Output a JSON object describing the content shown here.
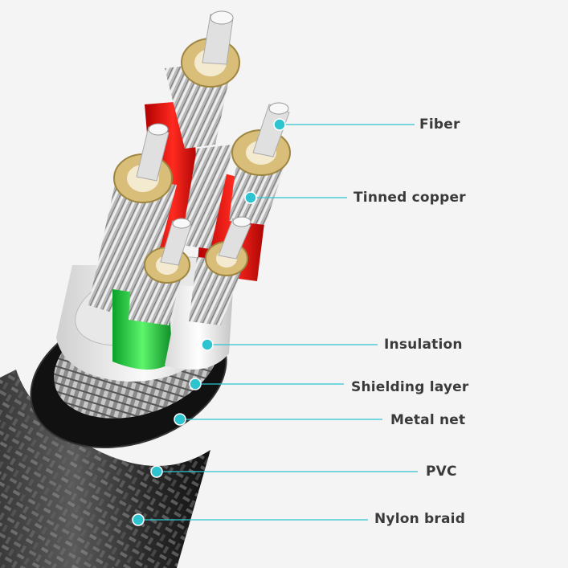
{
  "accent_color": "#2ec4cf",
  "callouts": [
    {
      "key": "fiber",
      "label": "Fiber"
    },
    {
      "key": "tinned-copper",
      "label": "Tinned copper"
    },
    {
      "key": "insulation",
      "label": "Insulation"
    },
    {
      "key": "shielding-layer",
      "label": "Shielding layer"
    },
    {
      "key": "metal-net",
      "label": "Metal net"
    },
    {
      "key": "pvc",
      "label": "PVC"
    },
    {
      "key": "nylon-braid",
      "label": "Nylon braid"
    }
  ]
}
